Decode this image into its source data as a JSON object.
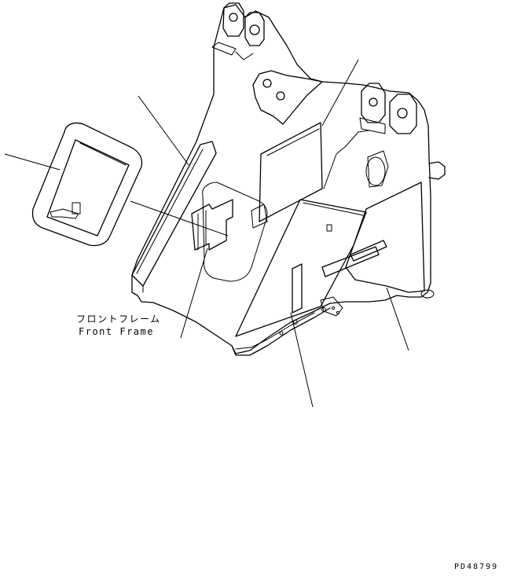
{
  "labels": {
    "part_name_jp": "フロントフレーム",
    "part_name_en": "Front Frame"
  },
  "drawing_code": "PD48799",
  "colors": {
    "line": "#000000",
    "background": "#ffffff"
  }
}
